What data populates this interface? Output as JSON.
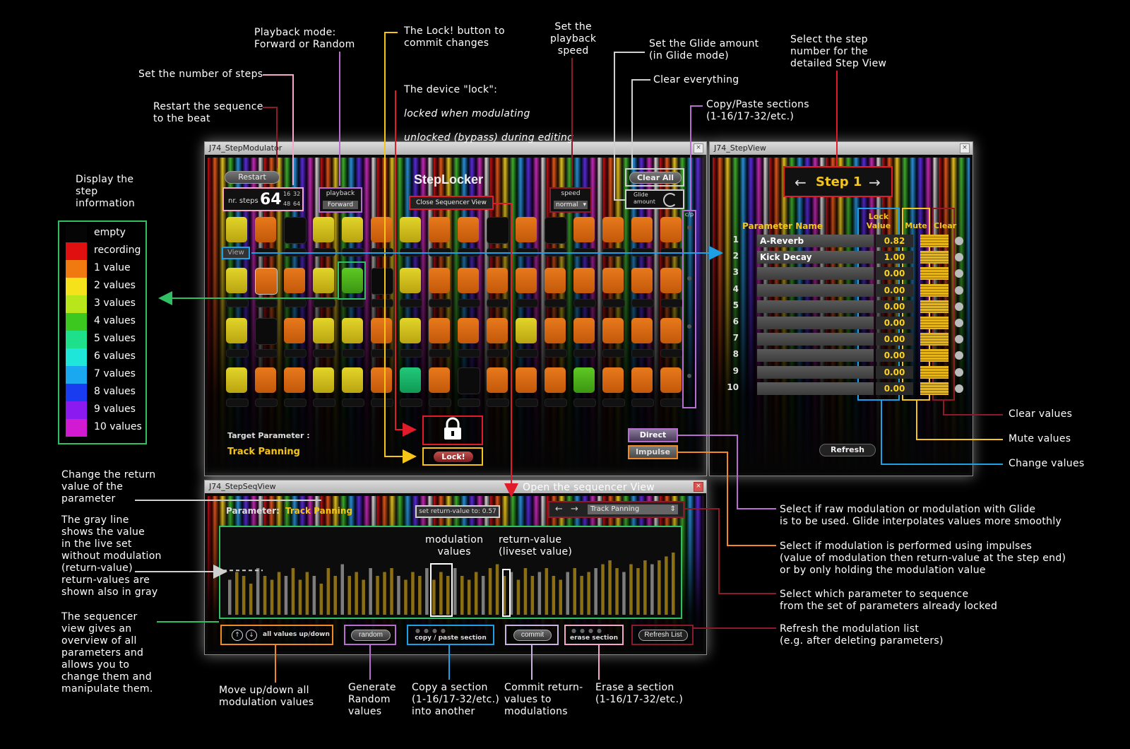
{
  "colors": {
    "pink": "#f6a6c8",
    "purple": "#b96dd1",
    "yellow": "#f5c518",
    "red": "#e21b2b",
    "blue": "#1ea0e6",
    "green": "#2fc064",
    "orange": "#f08a24",
    "darkred": "#8b1a2a",
    "gray": "#cfcfcf",
    "lilac": "#c9b3e0"
  },
  "annotations": {
    "restart": "Restart the sequence\nto the beat",
    "nr_steps": "Set the number of steps",
    "playback_mode": "Playback mode:\nForward or Random",
    "lock_button": "The Lock! button to\ncommit changes",
    "device_lock_1": "The device \"lock\":",
    "device_lock_2": "locked when modulating",
    "device_lock_3": "unlocked (bypass) during editing",
    "speed": "Set the\nplayback\nspeed",
    "glide": "Set the Glide amount\n(in Glide mode)",
    "clear_all": "Clear everything",
    "copy_paste": "Copy/Paste sections\n(1-16/17-32/etc.)",
    "select_step": "Select the step\nnumber for the\ndetailed Step View",
    "display_step": "Display the\nstep\ninformation",
    "return_value": "Change the return\nvalue of the\nparameter",
    "gray_line": "The gray line\nshows the value\nin the live set\nwithout modulation\n(return-value)\nreturn-values are\nshown also in gray",
    "seq_view": "The sequencer\nview gives an\noverview of all\nparameters and\nallows you to\nchange them and\nmanipulate them.",
    "open_seq": "Open the sequencer View",
    "clear_values": "Clear values",
    "mute_values": "Mute values",
    "change_values": "Change values",
    "direct_desc": "Select if raw modulation or modulation with Glide\nis to be used. Glide interpolates values more smoothly",
    "impulse_desc": "Select if modulation is performed using impulses\n(value of modulation then return-value at the step end)\nor by only holding the modulation value",
    "param_select_desc": "Select which parameter to sequence\nfrom the set of parameters already locked",
    "refresh_desc": "Refresh the modulation list\n(e.g. after deleting parameters)",
    "move_updown": "Move up/down all\nmodulation values",
    "gen_random": "Generate\nRandom\nvalues",
    "copy_section": "Copy a section\n(1-16/17-32/etc.)\ninto another",
    "commit_desc": "Commit return-\nvalues to\nmodulations",
    "erase_desc": "Erase a section\n(1-16/17-32/etc.)",
    "mod_values": "modulation\nvalues",
    "return_liveset": "return-value\n(liveset value)"
  },
  "legend": [
    {
      "label": "empty",
      "color": "#050505"
    },
    {
      "label": "recording",
      "color": "#e01010"
    },
    {
      "label": "1 value",
      "color": "#f07a10"
    },
    {
      "label": "2 values",
      "color": "#f5e21a"
    },
    {
      "label": "3 values",
      "color": "#b8e61a"
    },
    {
      "label": "4 values",
      "color": "#3cc81e"
    },
    {
      "label": "5 values",
      "color": "#1ee08a"
    },
    {
      "label": "6 values",
      "color": "#1ee6d8"
    },
    {
      "label": "7 values",
      "color": "#1aa8f0"
    },
    {
      "label": "8 values",
      "color": "#1a3cf0"
    },
    {
      "label": "9 values",
      "color": "#8a1af0"
    },
    {
      "label": "10 values",
      "color": "#d21ad2"
    }
  ],
  "stepmod": {
    "title": "J74_StepModulator",
    "app_title": "StepLocker",
    "restart": "Restart",
    "nr_steps_label": "nr. steps",
    "nr_steps_value": "64",
    "step_opts": [
      "16",
      "32",
      "48",
      "64"
    ],
    "playback_label": "playback",
    "playback_value": "Forward",
    "close_seq": "Close Sequencer View",
    "speed_label": "speed",
    "speed_value": "normal",
    "clear_all": "Clear All",
    "glide_label": "Glide\namount",
    "cp_label": "c/p",
    "view_btn": "View",
    "target_label": "Target Parameter :",
    "target_value": "Track Panning",
    "direct": "Direct",
    "impulse": "Impulse",
    "lock_btn": "Lock!",
    "rows": [
      [
        "c2",
        "c1",
        "empty",
        "c2",
        "c2",
        "c1",
        "c2",
        "c1",
        "c1",
        "empty",
        "c1",
        "empty",
        "c1",
        "c1",
        "c1",
        "c1"
      ],
      [
        "c2",
        "c1",
        "c1",
        "c2",
        "c4",
        "empty",
        "c2",
        "c1",
        "c1",
        "c1",
        "c1",
        "c1",
        "c1",
        "c1",
        "c1",
        "c1"
      ],
      [
        "c2",
        "empty",
        "c1",
        "c2",
        "c2",
        "c1",
        "c2",
        "c1",
        "c1",
        "c1",
        "c2",
        "c1",
        "c1",
        "c1",
        "c1",
        "c1"
      ],
      [
        "c2",
        "c1",
        "c1",
        "c2",
        "c2",
        "c1",
        "c5",
        "c1",
        "empty",
        "c1",
        "c1",
        "c1",
        "c4",
        "c1",
        "c1",
        "c1"
      ]
    ]
  },
  "stepview": {
    "title": "J74_StepView",
    "step_label": "Step 1",
    "col_param": "Parameter Name",
    "col_lock": "Lock\nValue",
    "col_mute": "Mute",
    "col_clear": "Clear",
    "refresh": "Refresh",
    "params": [
      {
        "num": "1",
        "name": "A-Reverb",
        "value": "0.82"
      },
      {
        "num": "2",
        "name": "Kick Decay",
        "value": "1.00"
      },
      {
        "num": "3",
        "name": "",
        "value": "0.00"
      },
      {
        "num": "4",
        "name": "",
        "value": "0.00"
      },
      {
        "num": "5",
        "name": "",
        "value": "0.00"
      },
      {
        "num": "6",
        "name": "",
        "value": "0.00"
      },
      {
        "num": "7",
        "name": "",
        "value": "0.00"
      },
      {
        "num": "8",
        "name": "",
        "value": "0.00"
      },
      {
        "num": "9",
        "name": "",
        "value": "0.00"
      },
      {
        "num": "10",
        "name": "",
        "value": "0.00"
      }
    ]
  },
  "seqview": {
    "title": "J74_StepSeqView",
    "param_label": "Parameter:",
    "param_value": "Track Panning",
    "return_set": "set return-value to: 0.57",
    "param_select": "Track Panning",
    "updown": "all values up/down",
    "random": "random",
    "copy_paste": "copy / paste section",
    "commit": "commit",
    "erase": "erase section",
    "refresh_list": "Refresh List",
    "bar_values": [
      0.45,
      0.55,
      0.5,
      0.4,
      0.6,
      0.5,
      0.45,
      0.55,
      0.5,
      0.6,
      0.45,
      0.55,
      0.5,
      0.4,
      0.6,
      0.5,
      0.65,
      0.5,
      0.55,
      0.45,
      0.6,
      0.5,
      0.55,
      0.6,
      0.5,
      0.45,
      0.55,
      0.5,
      0.6,
      0.45,
      0.55,
      0.5,
      0.6,
      0.5,
      0.45,
      0.55,
      0.5,
      0.6,
      0.65,
      0.5,
      0.55,
      0.45,
      0.6,
      0.5,
      0.55,
      0.6,
      0.5,
      0.45,
      0.55,
      0.6,
      0.5,
      0.55,
      0.6,
      0.65,
      0.7,
      0.6,
      0.55,
      0.65,
      0.6,
      0.7,
      0.65,
      0.7,
      0.75,
      0.8
    ],
    "return_value": 0.57
  }
}
